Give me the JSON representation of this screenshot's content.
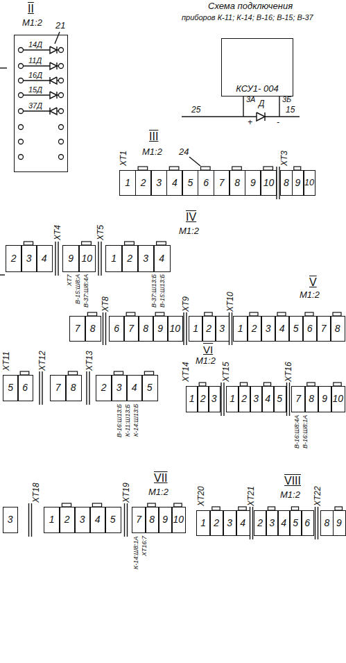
{
  "diagram": {
    "nodes": [
      {
        "text": [
          "14Д",
          "11Д",
          "16Д",
          "15Д",
          "37Д"
        ]
      },
      {
        "text": [
          "КСУ1- 004"
        ]
      },
      {
        "text": [
          "1"
        ]
      },
      {
        "text": [
          "2"
        ]
      },
      {
        "text": [
          "3"
        ]
      },
      {
        "text": [
          "4"
        ]
      },
      {
        "text": [
          "5"
        ]
      },
      {
        "text": [
          "6"
        ]
      },
      {
        "text": [
          "7"
        ]
      },
      {
        "text": [
          "8"
        ]
      },
      {
        "text": [
          "9"
        ]
      },
      {
        "text": [
          "10"
        ]
      },
      {
        "text": [
          "8"
        ]
      },
      {
        "text": [
          "9"
        ]
      },
      {
        "text": [
          "10"
        ]
      },
      {
        "text": [
          "2"
        ]
      },
      {
        "text": [
          "3"
        ]
      },
      {
        "text": [
          "4"
        ]
      },
      {
        "text": [
          "9"
        ]
      },
      {
        "text": [
          "10"
        ]
      },
      {
        "text": [
          "1"
        ]
      },
      {
        "text": [
          "2"
        ]
      },
      {
        "text": [
          "3"
        ]
      },
      {
        "text": [
          "4"
        ]
      },
      {
        "text": [
          "7"
        ]
      },
      {
        "text": [
          "8"
        ]
      },
      {
        "text": [
          "6"
        ]
      },
      {
        "text": [
          "7"
        ]
      },
      {
        "text": [
          "8"
        ]
      },
      {
        "text": [
          "9"
        ]
      },
      {
        "text": [
          "10"
        ]
      },
      {
        "text": [
          "1"
        ]
      },
      {
        "text": [
          "2"
        ]
      },
      {
        "text": [
          "3"
        ]
      },
      {
        "text": [
          "1"
        ]
      },
      {
        "text": [
          "2"
        ]
      },
      {
        "text": [
          "3"
        ]
      },
      {
        "text": [
          "4"
        ]
      },
      {
        "text": [
          "5"
        ]
      },
      {
        "text": [
          "6"
        ]
      },
      {
        "text": [
          "7"
        ]
      },
      {
        "text": [
          "8"
        ]
      },
      {
        "text": [
          "5"
        ]
      },
      {
        "text": [
          "6"
        ]
      },
      {
        "text": [
          "7"
        ]
      },
      {
        "text": [
          "8"
        ]
      },
      {
        "text": [
          "2"
        ]
      },
      {
        "text": [
          "3"
        ]
      },
      {
        "text": [
          "4"
        ]
      },
      {
        "text": [
          "5"
        ]
      },
      {
        "text": [
          "1"
        ]
      },
      {
        "text": [
          "2"
        ]
      },
      {
        "text": [
          "3"
        ]
      },
      {
        "text": [
          "1"
        ]
      },
      {
        "text": [
          "2"
        ]
      },
      {
        "text": [
          "3"
        ]
      },
      {
        "text": [
          "4"
        ]
      },
      {
        "text": [
          "5"
        ]
      },
      {
        "text": [
          "7"
        ]
      },
      {
        "text": [
          "8"
        ]
      },
      {
        "text": [
          "9"
        ]
      },
      {
        "text": [
          "10"
        ]
      },
      {
        "text": [
          "3"
        ]
      },
      {
        "text": [
          "1"
        ]
      },
      {
        "text": [
          "2"
        ]
      },
      {
        "text": [
          "3"
        ]
      },
      {
        "text": [
          "4"
        ]
      },
      {
        "text": [
          "5"
        ]
      },
      {
        "text": [
          "7"
        ]
      },
      {
        "text": [
          "8"
        ]
      },
      {
        "text": [
          "9"
        ]
      },
      {
        "text": [
          "10"
        ]
      },
      {
        "text": [
          "1"
        ]
      },
      {
        "text": [
          "2"
        ]
      },
      {
        "text": [
          "3"
        ]
      },
      {
        "text": [
          "4"
        ]
      },
      {
        "text": [
          "2"
        ]
      },
      {
        "text": [
          "3"
        ]
      },
      {
        "text": [
          "4"
        ]
      },
      {
        "text": [
          "5"
        ]
      },
      {
        "text": [
          "6"
        ]
      },
      {
        "text": [
          "8"
        ]
      },
      {
        "text": [
          "9"
        ]
      }
    ],
    "labels": [
      "II",
      "M1:2",
      "21",
      "Схема подключения",
      "приборов К-11; К-14; В-16; В-15; В-37",
      "3А",
      "Д",
      "3Б",
      "25",
      "+",
      "-",
      "15",
      "III",
      "M1:2",
      "24",
      "XT1",
      "XT3",
      "IV",
      "M1:2",
      "XT4",
      "XT5",
      "XT7",
      "В-15:Ш8:А",
      "В-37:Ш8:4А",
      "В-37:Ш13:Б",
      "В-15:Ш13:Б",
      "V",
      "M1:2",
      "XT8",
      "XT9",
      "XT10",
      "XT11",
      "XT12",
      "XT13",
      "В-16:Ш13:Б",
      "К-11:Ш13:Б",
      "К-14:Ш13:Б",
      "VI",
      "M1:2",
      "XT14",
      "XT15",
      "XT16",
      "В-16:Ш8:4А",
      "В-16:Ш8:1А",
      "VII",
      "M1:2",
      "XT18",
      "XT19",
      "К-14:Ш8:1А",
      "XT16:7",
      "VIII",
      "M1:2",
      "XT20",
      "XT21",
      "XT22"
    ]
  }
}
